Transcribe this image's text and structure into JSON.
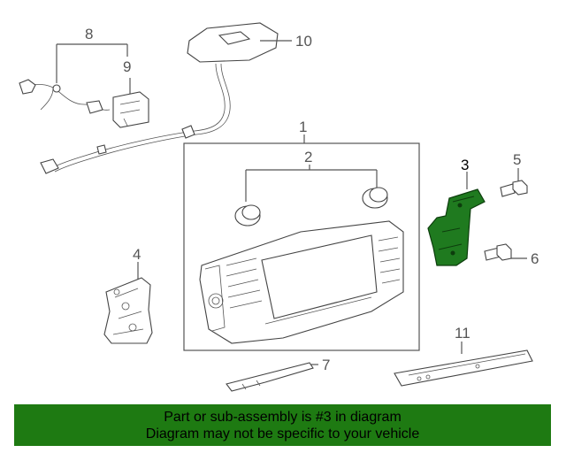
{
  "callouts": {
    "c1": "1",
    "c2": "2",
    "c3": "3",
    "c4": "4",
    "c5": "5",
    "c6": "6",
    "c7": "7",
    "c8": "8",
    "c9": "9",
    "c10": "10",
    "c11": "11"
  },
  "highlighted_callout": "3",
  "colors": {
    "banner_background": "#1e7a12",
    "highlighted_part": "#1f7a1f",
    "line_art": "#555555"
  },
  "banner": {
    "line1": "Part or sub-assembly is #3 in diagram",
    "line2": "Diagram may not be specific to your vehicle"
  }
}
